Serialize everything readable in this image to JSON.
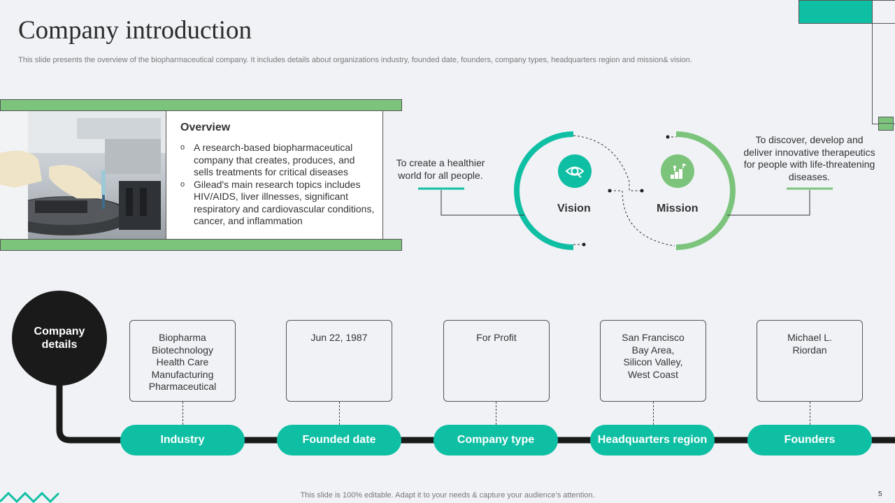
{
  "title": "Company introduction",
  "subtitle": "This slide presents the overview of the biopharmaceutical company. It includes details about organizations industry, founded date, founders,  company types, headquarters region and mission& vision.",
  "overview": {
    "heading": "Overview",
    "bullets": [
      "A research-based biopharmaceutical company that creates, produces, and sells treatments for critical diseases",
      "Gilead's main research topics includes HIV/AIDS,  liver illnesses, significant respiratory and cardiovascular conditions, cancer, and inflammation"
    ]
  },
  "vision": {
    "label": "Vision",
    "text": "To create a healthier world for all people.",
    "icon": "eye-icon",
    "color": "#0fbfa4"
  },
  "mission": {
    "label": "Mission",
    "text": "To discover, develop and deliver innovative therapeutics for people with life-threatening diseases.",
    "icon": "growth-staircase-icon",
    "color": "#7cc47c"
  },
  "details": {
    "title": "Company details",
    "items": [
      {
        "label": "Industry",
        "value": "Biopharma\nBiotechnology\nHealth Care\nManufacturing\nPharmaceutical"
      },
      {
        "label": "Founded date",
        "value": "Jun 22, 1987"
      },
      {
        "label": "Company type",
        "value": "For Profit"
      },
      {
        "label": "Headquarters region",
        "value": "San Francisco\nBay Area,\nSilicon Valley,\nWest Coast"
      },
      {
        "label": "Founders",
        "value": "Michael L.\nRiordan"
      }
    ]
  },
  "footer": "This slide is 100% editable. Adapt it to your needs & capture your audience’s attention.",
  "page_number": "5",
  "colors": {
    "teal": "#0fbfa4",
    "green": "#7cc47c",
    "dark": "#1a1a1a"
  }
}
